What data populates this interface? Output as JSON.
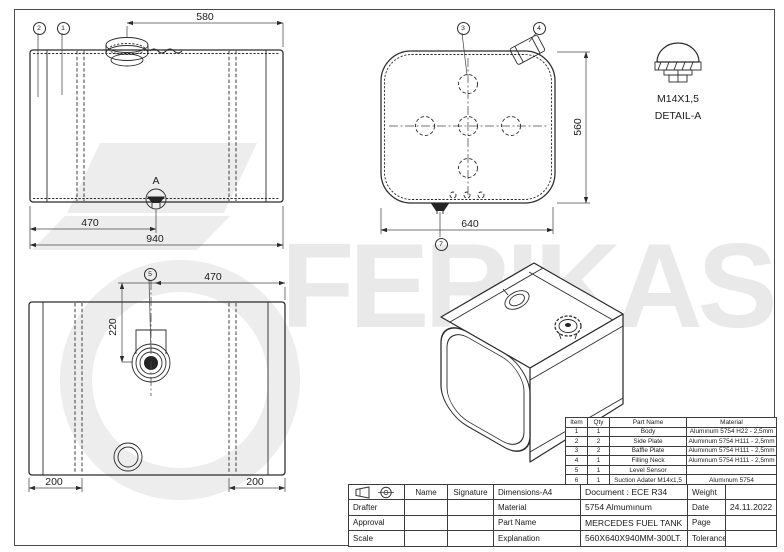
{
  "watermark": {
    "brand": "FERIKAS"
  },
  "views": {
    "front": {
      "dim_top": "580",
      "dim_mid": "470",
      "dim_bottom": "940",
      "detail_marker": "A",
      "balloon_side_plate": "2",
      "balloon_body": "1"
    },
    "end": {
      "dim_height": "560",
      "dim_width": "640",
      "balloon_baffle": "3",
      "balloon_filling_neck": "4",
      "balloon_drain": "7"
    },
    "rear": {
      "dim_top": "470",
      "dim_sensor": "220",
      "dim_left": "200",
      "dim_right": "200",
      "balloon_level_sensor": "5"
    },
    "detail_a": {
      "thread": "M14X1,5",
      "title": "DETAIL-A"
    }
  },
  "parts_table": {
    "headers": {
      "item": "Item",
      "qty": "Qty",
      "part_name": "Part Name",
      "material": "Material"
    },
    "rows": [
      {
        "item": "1",
        "qty": "1",
        "part_name": "Body",
        "material": "Alumınum 5754 H22 - 2,5mm"
      },
      {
        "item": "2",
        "qty": "2",
        "part_name": "Side Plate",
        "material": "Alumınum 5754 H111 - 2,5mm"
      },
      {
        "item": "3",
        "qty": "2",
        "part_name": "Baffle Plate",
        "material": "Alumınum 5754 H111 - 2,5mm"
      },
      {
        "item": "4",
        "qty": "1",
        "part_name": "Filling Neck",
        "material": "Alumınum 5754 H111 - 2,5mm"
      },
      {
        "item": "5",
        "qty": "1",
        "part_name": "Level Sensor",
        "material": ""
      },
      {
        "item": "6",
        "qty": "1",
        "part_name": "Suction Adater M14x1,5",
        "material": "Alumınum 5754"
      }
    ]
  },
  "title_block": {
    "name_label": "Name",
    "signature_label": "Signature",
    "dimensions_label": "Dimensions-A4",
    "document_value": "Document : ECE R34",
    "weight_label": "Weight",
    "drafter_label": "Drafter",
    "material_label": "Material",
    "material_value": "5754 Almumınum",
    "date_label": "Date",
    "date_value": "24.11.2022",
    "approval_label": "Approval",
    "part_name_label": "Part Name",
    "part_name_value": "MERCEDES FUEL TANK",
    "page_label": "Page",
    "scale_label": "Scale",
    "explanation_label": "Explanation",
    "explanation_value": "560X640X940MM-300LT.",
    "tolerance_label": "Tolerance"
  }
}
